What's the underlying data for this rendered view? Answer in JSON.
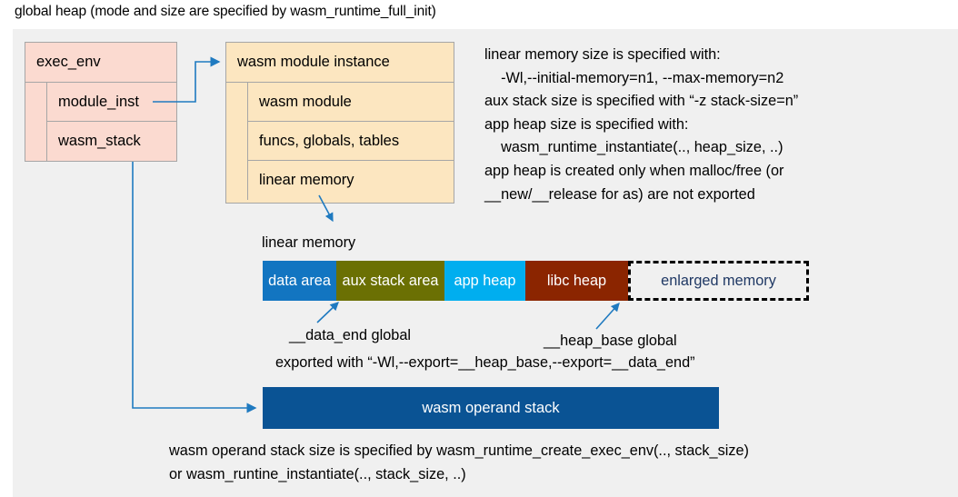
{
  "title": "global heap (mode and size are specified by wasm_runtime_full_init)",
  "exec_env": {
    "header": "exec_env",
    "rows": [
      {
        "label": "module_inst"
      },
      {
        "label": "wasm_stack"
      }
    ]
  },
  "module_instance": {
    "header": "wasm module instance",
    "rows": [
      {
        "label": "wasm module"
      },
      {
        "label": "funcs, globals, tables"
      },
      {
        "label": "linear memory"
      }
    ]
  },
  "notes": {
    "right": "linear memory size is specified with:\n    -Wl,--initial-memory=n1, --max-memory=n2\naux stack size is specified with “-z stack-size=n”\napp heap size is specified with:\n    wasm_runtime_instantiate(.., heap_size, ..)\napp heap is created only when malloc/free (or\n__new/__release for as) are not exported",
    "bottom": "wasm operand stack size is specified by wasm_runtime_create_exec_env(.., stack_size)\nor wasm_runtine_instantiate(.., stack_size, ..)"
  },
  "linear_memory": {
    "label": "linear memory",
    "segments": [
      {
        "label": "data area",
        "color": "#1275c1",
        "width": 81
      },
      {
        "label": "aux stack area",
        "color": "#6b7003",
        "width": 119
      },
      {
        "label": "app heap",
        "color": "#00aeef",
        "width": 89
      },
      {
        "label": "libc heap",
        "color": "#8b2500",
        "width": 113
      },
      {
        "label": "enlarged memory",
        "color": "#f0f0f0",
        "width": 199
      }
    ]
  },
  "annotations": {
    "data_end": "__data_end global",
    "heap_base": "__heap_base global",
    "exported": "exported with “-Wl,--export=__heap_base,--export=__data_end”"
  },
  "operand_stack": {
    "label": "wasm operand stack"
  },
  "colors": {
    "panel_background": "#f0f0f0",
    "exec_env_fill": "#fbdad0",
    "module_instance_fill": "#fce6c0",
    "box_border": "#a6a6a6",
    "connector": "#1f7ac0",
    "operand_stack_fill": "#0a5394",
    "enlarged_memory_text": "#1f3864"
  }
}
